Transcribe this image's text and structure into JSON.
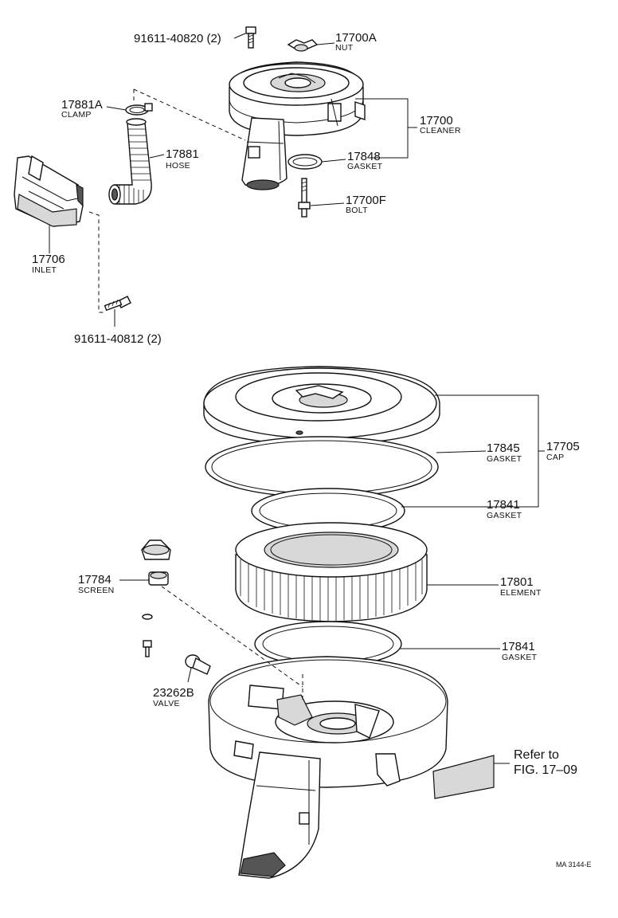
{
  "labels": {
    "bolt_top": {
      "number": "91611-40820 (2)"
    },
    "nut": {
      "number": "17700A",
      "name": "NUT"
    },
    "clamp": {
      "number": "17881A",
      "name": "CLAMP"
    },
    "cleaner": {
      "number": "17700",
      "name": "CLEANER"
    },
    "hose": {
      "number": "17881",
      "name": "HOSE"
    },
    "gasket_top": {
      "number": "17848",
      "name": "GASKET"
    },
    "bolt_f": {
      "number": "17700F",
      "name": "BOLT"
    },
    "inlet": {
      "number": "17706",
      "name": "INLET"
    },
    "bolt_bottom": {
      "number": "91611-40812 (2)"
    },
    "gasket_cap": {
      "number": "17845",
      "name": "GASKET"
    },
    "cap": {
      "number": "17705",
      "name": "CAP"
    },
    "gasket_mid": {
      "number": "17841",
      "name": "GASKET"
    },
    "screen": {
      "number": "17784",
      "name": "SCREEN"
    },
    "element": {
      "number": "17801",
      "name": "ELEMENT"
    },
    "gasket_low": {
      "number": "17841",
      "name": "GASKET"
    },
    "valve": {
      "number": "23262B",
      "name": "VALVE"
    }
  },
  "reference": {
    "line1": "Refer to",
    "line2": "FIG. 17–09"
  },
  "figure_code": "MA 3144-E"
}
